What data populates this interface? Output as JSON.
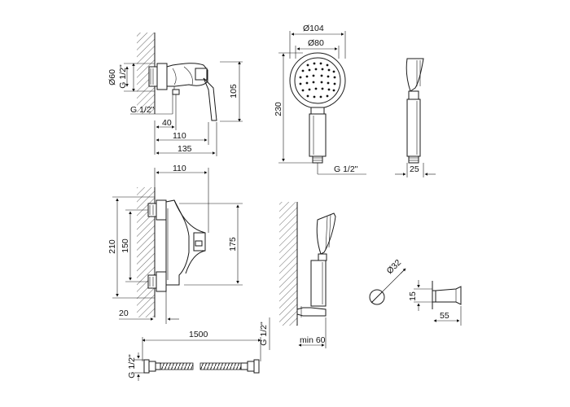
{
  "top_mixer": {
    "d_flange": "Ø60",
    "thread_side": "G 1/2\"",
    "thread_bottom": "G 1/2\"",
    "height": "105",
    "w40": "40",
    "w110": "110",
    "w135": "135"
  },
  "shower_head": {
    "d_outer": "Ø104",
    "d_face": "Ø80",
    "length": "230",
    "thread": "G 1/2\"",
    "thickness": "25"
  },
  "front_mixer": {
    "width": "110",
    "h210": "210",
    "h150": "150",
    "h175": "175",
    "w20": "20"
  },
  "wall_holder": {
    "min": "min 60",
    "thread": "G 1/2\""
  },
  "holder_detail": {
    "diameter": "Ø32",
    "h15": "15",
    "w55": "55"
  },
  "hose": {
    "length": "1500",
    "thread": "G 1/2\""
  }
}
